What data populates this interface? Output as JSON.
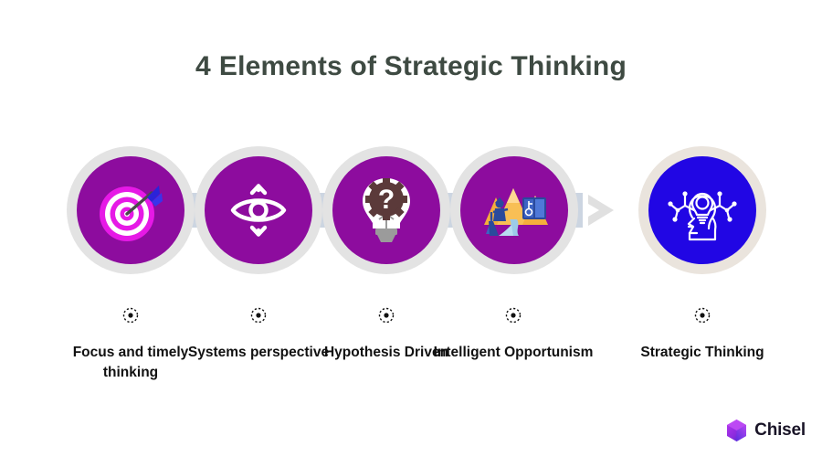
{
  "header": {
    "number": "4",
    "title": "Elements of Strategic Thinking"
  },
  "colors": {
    "background": "#ffffff",
    "title_text": "#3e4a42",
    "circle_purple": "#8d0c9e",
    "circle_blue": "#2106e4",
    "ring_gray": "#e3e3e3",
    "ring_cream": "#eae4dd",
    "connector_band": "#ccd5e1",
    "arrow": "#e0e0e0",
    "label_text": "#111111",
    "target_magenta": "#e619e6",
    "dart_blue": "#2b23d8",
    "gear_brown": "#5b3a3a",
    "mountain_orange": "#f5ae3c",
    "river_blue": "#9ccbe8",
    "explorer_blue": "#2a4a9c"
  },
  "steps": [
    {
      "label": "Focus and timely thinking",
      "icon": "target-dart-icon",
      "marker": "dotted-circle-marker",
      "highlight": false
    },
    {
      "label": "Systems perspective",
      "icon": "eye-vision-icon",
      "marker": "dotted-circle-marker",
      "highlight": false
    },
    {
      "label": "Hypothesis Driven",
      "icon": "lightbulb-gear-question-icon",
      "marker": "dotted-circle-marker",
      "highlight": false
    },
    {
      "label": "Intelligent Opportunism",
      "icon": "explorer-mountains-icon",
      "marker": "dotted-circle-marker",
      "highlight": false
    },
    {
      "label": "Strategic Thinking",
      "icon": "head-lightbulb-network-icon",
      "marker": "dotted-circle-marker",
      "highlight": true
    }
  ],
  "arrow": {
    "icon": "chevron-right-arrow"
  },
  "branding": {
    "name": "Chisel",
    "icon": "chisel-hexagon-logo"
  }
}
